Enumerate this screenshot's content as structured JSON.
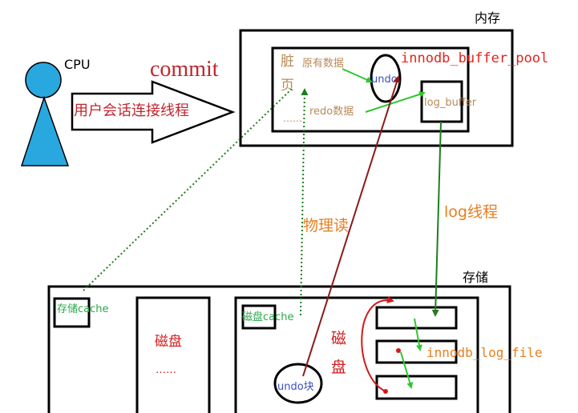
{
  "labels": {
    "memory": "内存",
    "storage": "存储",
    "cpu": "CPU",
    "commit": "commit",
    "user_session_thread": "用户会话连接线程",
    "buffer_pool": "innodb_buffer_pool",
    "dirty_page_1": "脏",
    "dirty_page_2": "页",
    "original_data": "原有数据",
    "redo_data": "redo数据",
    "ellipsis_dots": "……",
    "undo": "undo",
    "log_buffer": "log_buffer",
    "physical_read": "物理读",
    "log_thread": "log线程",
    "storage_cache": "存储cache",
    "disk_left": "磁盘",
    "disk_left_dots": "……",
    "disk_cache": "磁盘cache",
    "disk_right_1": "磁",
    "disk_right_2": "盘",
    "undo_block": "undo块",
    "log_file": "innodb_log_file"
  },
  "colors": {
    "black": "#000000",
    "cpu_fill": "#29a8e0",
    "commit_red": "#c0262d",
    "buffer_pool_red": "#e8231b",
    "tan": "#b98a56",
    "undo_blue": "#3a4fc4",
    "green": "#2ec72e",
    "dark_green": "#1f7d1f",
    "dark_red": "#8b1a1a",
    "orange": "#e87f1f",
    "label_green": "#2aa84a",
    "red": "#d11a1a"
  }
}
